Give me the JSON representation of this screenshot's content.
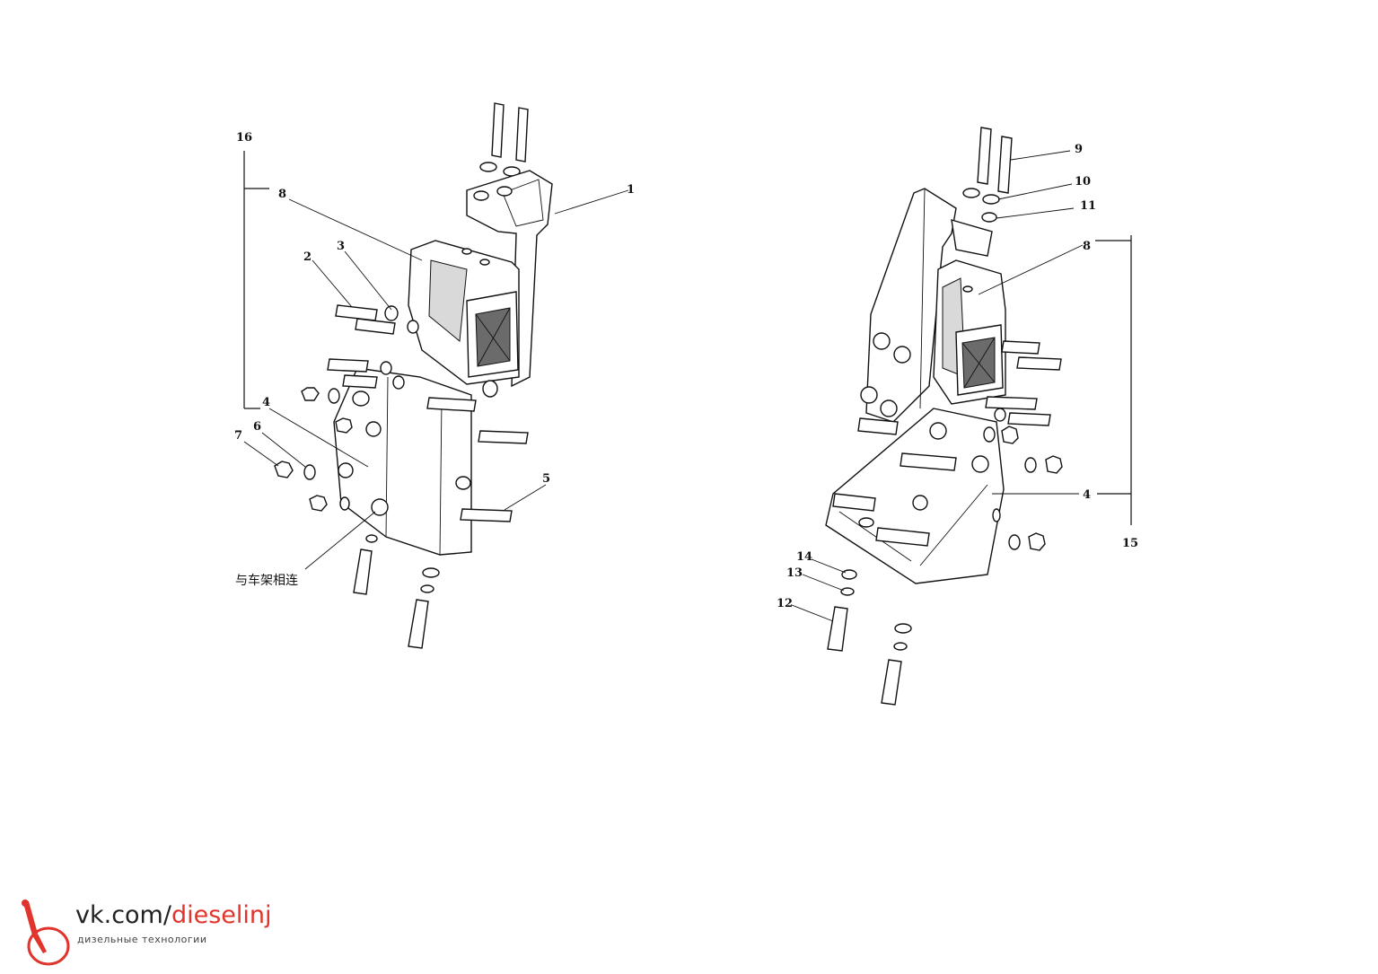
{
  "left_assembly": {
    "callouts": {
      "c16": "16",
      "c8": "8",
      "c1": "1",
      "c2": "2",
      "c3": "3",
      "c4": "4",
      "c7": "7",
      "c6": "6",
      "c5": "5"
    },
    "frame_note": "与车架相连"
  },
  "right_assembly": {
    "callouts": {
      "c9": "9",
      "c10": "10",
      "c11": "11",
      "c8": "8",
      "c4": "4",
      "c15": "15",
      "c14": "14",
      "c13": "13",
      "c12": "12"
    }
  },
  "watermark": {
    "url_prefix": "vk.com/",
    "url_accent": "dieselinj",
    "subtitle": "дизельные технологии",
    "accent_color": "#e0342c"
  }
}
